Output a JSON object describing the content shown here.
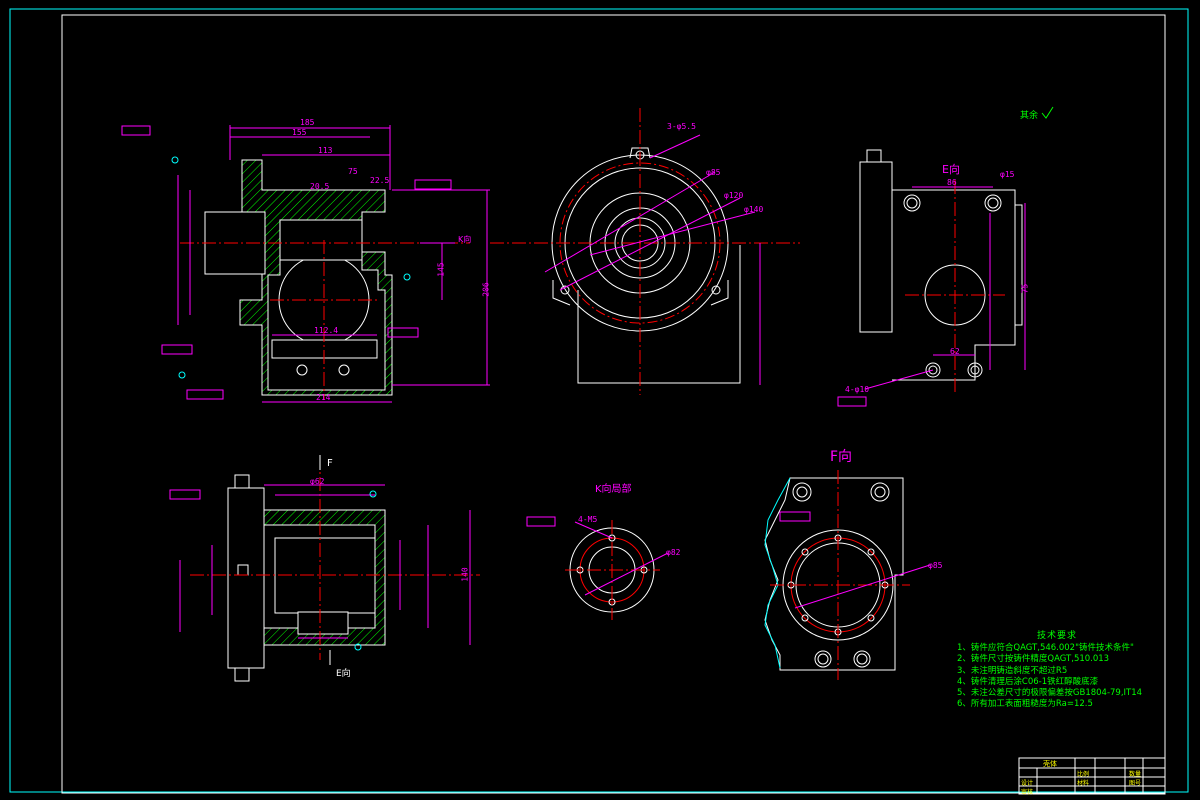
{
  "drawing": {
    "colors": {
      "frame": "#00ffff",
      "outline": "#ffffff",
      "center_line": "#ff0000",
      "dimension": "#ff00ff",
      "hatch": "#00ff00",
      "note_text": "#00ff00",
      "leader": "#00ffff"
    },
    "view_titles": {
      "e_view": "E向",
      "f_view": "F向",
      "k_view": "K向局部",
      "e_marker": "E向",
      "f_marker": "F",
      "k_arrow": "K向"
    },
    "roughness_note": "其余",
    "dimensions": {
      "top_overall_1": "185",
      "top_overall_2": "155",
      "top_inner": "113",
      "top_small_1": "75",
      "top_small_2": "22.5",
      "top_small_3": "20.5",
      "right_height": "206",
      "right_mid": "145",
      "bottom_width": "214",
      "inner_span": "112.4",
      "hole_label": "3-φ5.5",
      "dia_label_1": "φ85",
      "dia_label_2": "φ120",
      "dia_label_3": "φ140",
      "e_width": "86",
      "e_dia": "φ15",
      "e_holes": "4-φ10",
      "e_bottom": "62",
      "e_side": "75",
      "k_holes": "4-M5",
      "k_dia": "φ82",
      "f_dia": "φ85",
      "bottom_view_top": "φ62",
      "bottom_view_mid": "140"
    },
    "tech_requirements": {
      "heading": "技术要求",
      "items": [
        "1、铸件应符合QAGT,546.002\"铸件技术条件\"",
        "2、铸件尺寸按铸件精度QAGT,510.013",
        "3、未注明铸造斜度不超过R5",
        "4、铸件清理后涂C06-1铁红醇酸底漆",
        "5、未注公差尺寸的极限偏差按GB1804-79,IT14",
        "6、所有加工表面粗糙度为Ra=12.5"
      ]
    },
    "title_block": {
      "name_cell": "壳体",
      "cells": [
        "比例",
        "数量",
        "材料",
        "图号",
        "设计",
        "审核"
      ]
    }
  }
}
